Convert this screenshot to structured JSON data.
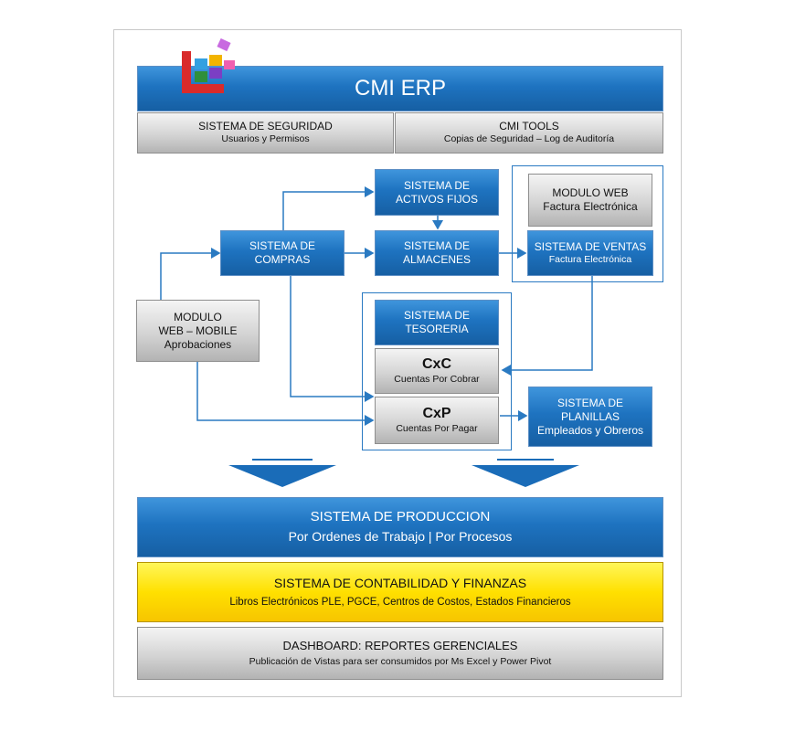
{
  "header": {
    "title": "CMI ERP"
  },
  "top_bar": {
    "security": {
      "title": "SISTEMA DE SEGURIDAD",
      "subtitle": "Usuarios y Permisos"
    },
    "tools": {
      "title": "CMI TOOLS",
      "subtitle": "Copias de Seguridad – Log de Auditoría"
    }
  },
  "modules": {
    "activos": {
      "line1": "SISTEMA DE",
      "line2": "ACTIVOS FIJOS"
    },
    "compras": {
      "line1": "SISTEMA DE",
      "line2": "COMPRAS"
    },
    "almacenes": {
      "line1": "SISTEMA DE",
      "line2": "ALMACENES"
    },
    "modulo_web": {
      "line1": "MODULO WEB",
      "line2": "Factura Electrónica"
    },
    "ventas": {
      "line1": "SISTEMA DE VENTAS",
      "line2": "Factura Electrónica"
    },
    "mobile": {
      "line1": "MODULO",
      "line2": "WEB – MOBILE",
      "line3": "Aprobaciones"
    },
    "tesoreria": {
      "line1": "SISTEMA DE",
      "line2": "TESORERIA"
    },
    "cxc": {
      "title": "CxC",
      "subtitle": "Cuentas Por Cobrar"
    },
    "cxp": {
      "title": "CxP",
      "subtitle": "Cuentas Por Pagar"
    },
    "planillas": {
      "line1": "SISTEMA DE",
      "line2": "PLANILLAS",
      "line3": "Empleados y Obreros"
    }
  },
  "bottom": {
    "produccion": {
      "title": "SISTEMA DE PRODUCCION",
      "subtitle": "Por Ordenes de Trabajo  |  Por Procesos"
    },
    "contabilidad": {
      "title": "SISTEMA DE CONTABILIDAD Y FINANZAS",
      "subtitle": "Libros Electrónicos PLE, PGCE, Centros de Costos, Estados Financieros"
    },
    "dashboard": {
      "title": "DASHBOARD: REPORTES GERENCIALES",
      "subtitle": "Publicación de Vistas para ser consumidos por Ms Excel y Power Pivot"
    }
  },
  "icons": {
    "logo": "stacked-blocks-logo-icon",
    "arrow": "down-arrow-icon"
  },
  "colors": {
    "blue": "#1e73c0",
    "gray": "#c8c8c8",
    "yellow": "#ffe000",
    "line": "#2a7ac2"
  }
}
